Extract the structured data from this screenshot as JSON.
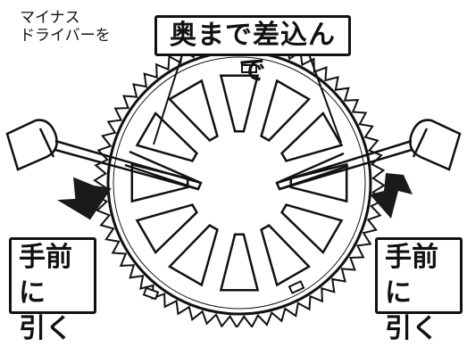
{
  "labels": {
    "tool_line1": "マイナス",
    "tool_line2": "ドライバーを",
    "instruction": "奥まで差込んで",
    "left_callout_line1": "手前に",
    "left_callout_line2": "引く",
    "right_callout_line1": "手前に",
    "right_callout_line2": "引く"
  },
  "icons": [
    "wheel-cover-icon",
    "tire-icon",
    "screwdriver-icon",
    "pull-arrow-icon"
  ],
  "colors": {
    "line": "#111111",
    "background": "#ffffff",
    "arrow": "#1a1a1a"
  }
}
